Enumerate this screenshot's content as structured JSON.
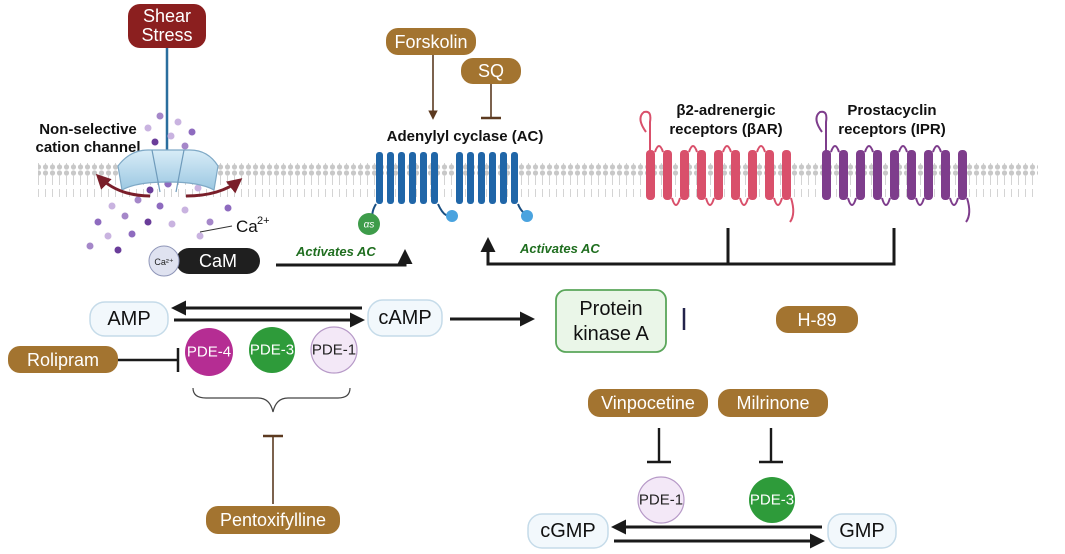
{
  "stimuli": {
    "shear_stress_line1": "Shear",
    "shear_stress_line2": "Stress",
    "forskolin": "Forskolin",
    "sq": "SQ",
    "rolipram": "Rolipram",
    "pentoxifylline": "Pentoxifylline",
    "h89": "H-89",
    "vinpocetine": "Vinpocetine",
    "milrinone": "Milrinone"
  },
  "membrane_labels": {
    "channel_line1": "Non-selective",
    "channel_line2": "cation channel",
    "adenylyl_cyclase": "Adenylyl cyclase (AC)",
    "beta2_line1": "β2-adrenergic",
    "beta2_line2": "receptors (βAR)",
    "prostacyclin_line1": "Prostacyclin",
    "prostacyclin_line2": "receptors (IPR)",
    "g_alpha_s": "αs"
  },
  "ions": {
    "ca_label": "Ca",
    "ca_charge": "2+",
    "ca_small": "Ca²⁺",
    "cam": "CaM"
  },
  "arrows": {
    "activates_ac_left": "Activates AC",
    "activates_ac_right": "Activates AC"
  },
  "nodes": {
    "amp": "AMP",
    "camp": "cAMP",
    "pka_line1": "Protein",
    "pka_line2": "kinase A",
    "cgmp": "cGMP",
    "gmp": "GMP"
  },
  "enzymes": {
    "pde4": "PDE-4",
    "pde3": "PDE-3",
    "pde1": "PDE-1",
    "pde1_cgmp": "PDE-1",
    "pde3_cgmp": "PDE-3"
  },
  "colors": {
    "stimulus_brown": "#a37430",
    "shear_red": "#8b1f1f",
    "ac_blue": "#2066a8",
    "beta_pink": "#d9506b",
    "ipr_purple": "#7e3d8c",
    "pde4_magenta": "#b52d93",
    "pde3_green": "#2e9b3a",
    "pde1_lavender": "#f3e8f7",
    "pka_green": "#eaf6e8",
    "activates_green": "#1f6e1f"
  }
}
